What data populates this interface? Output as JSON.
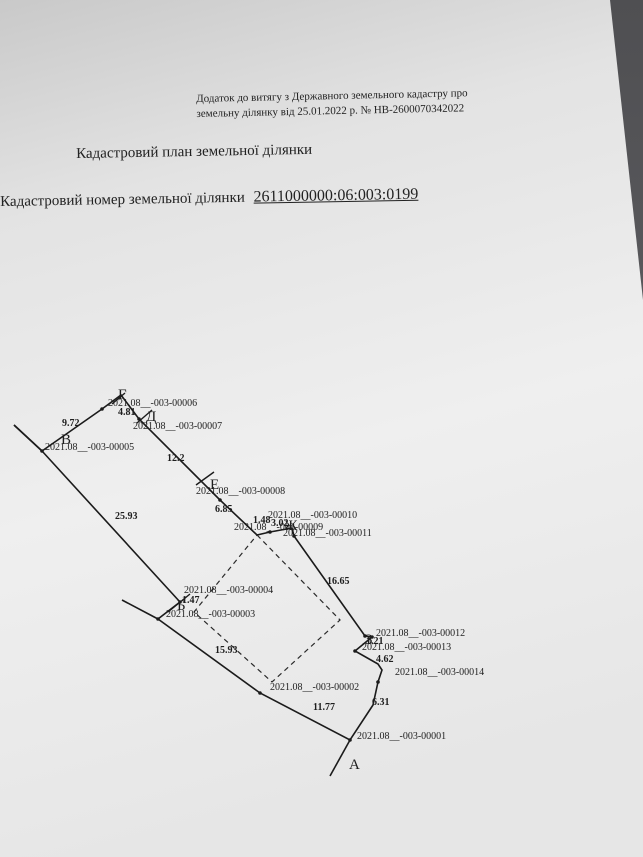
{
  "header": {
    "line1": "Додаток до витягу з Державного земельного кадастру про",
    "line2": "земельну ділянку від 25.01.2022 р. № НВ-2600070342022"
  },
  "title": "Кадастровий план земельної ділянки",
  "cadastral": {
    "label": "Кадастровий номер земельної ділянки",
    "number": "2611000000:06:003:0199"
  },
  "plan": {
    "points": [
      {
        "id": "p1",
        "label": "2021.08__-003-00001"
      },
      {
        "id": "p2",
        "label": "2021.08__-003-00002"
      },
      {
        "id": "p3",
        "label": "2021.08__-003-00003"
      },
      {
        "id": "p4",
        "label": "2021.08__-003-00004"
      },
      {
        "id": "p5",
        "label": "2021.08__-003-00005"
      },
      {
        "id": "p6",
        "label": "2021.08__-003-00006"
      },
      {
        "id": "p7",
        "label": "2021.08__-003-00007"
      },
      {
        "id": "p8",
        "label": "2021.08__-003-00008"
      },
      {
        "id": "p9",
        "label": "2021.08__-003-00009"
      },
      {
        "id": "p10",
        "label": "2021.08__-003-00010"
      },
      {
        "id": "p11",
        "label": "2021.08__-003-00011"
      },
      {
        "id": "p12",
        "label": "2021.08__-003-00012"
      },
      {
        "id": "p13",
        "label": "2021.08__-003-00013"
      },
      {
        "id": "p14",
        "label": "2021.08__-003-00014"
      }
    ],
    "distances": [
      {
        "id": "d1",
        "value": "9.72"
      },
      {
        "id": "d2",
        "value": "4.81"
      },
      {
        "id": "d3",
        "value": "12.2"
      },
      {
        "id": "d4",
        "value": "25.93"
      },
      {
        "id": "d5",
        "value": "6.85"
      },
      {
        "id": "d6",
        "value": "1.48"
      },
      {
        "id": "d7",
        "value": "3.02"
      },
      {
        "id": "d8",
        "value": "16.65"
      },
      {
        "id": "d9",
        "value": "15.93"
      },
      {
        "id": "d10",
        "value": "11.77"
      },
      {
        "id": "d11",
        "value": "4.62"
      },
      {
        "id": "d12",
        "value": "6.31"
      },
      {
        "id": "d13",
        "value": "1.21"
      },
      {
        "id": "d14",
        "value": "1.47"
      }
    ],
    "letters": [
      {
        "id": "A",
        "value": "А"
      },
      {
        "id": "B",
        "value": "Б"
      },
      {
        "id": "V",
        "value": "В"
      },
      {
        "id": "G",
        "value": "Г"
      },
      {
        "id": "D",
        "value": "Д"
      },
      {
        "id": "E",
        "value": "Е"
      },
      {
        "id": "Zh",
        "value": "Ж"
      },
      {
        "id": "Z",
        "value": "З"
      }
    ]
  }
}
